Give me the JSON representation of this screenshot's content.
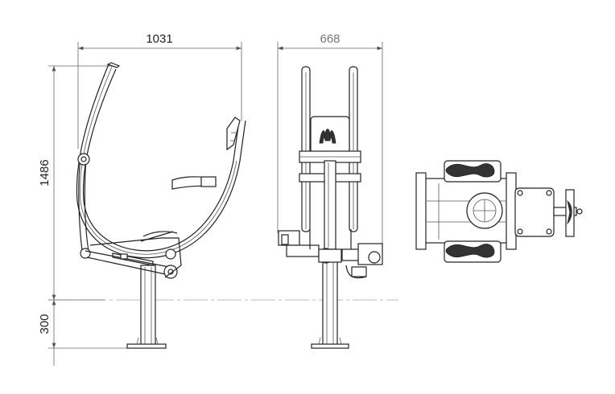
{
  "dimensions": {
    "width_side": "1031",
    "width_front": "668",
    "height_above_ground": "1486",
    "height_below_ground": "300"
  },
  "colors": {
    "line": "#222222",
    "dimension_line": "#666666",
    "ground_line": "#bbbbbb",
    "grey_text": "#777777"
  }
}
